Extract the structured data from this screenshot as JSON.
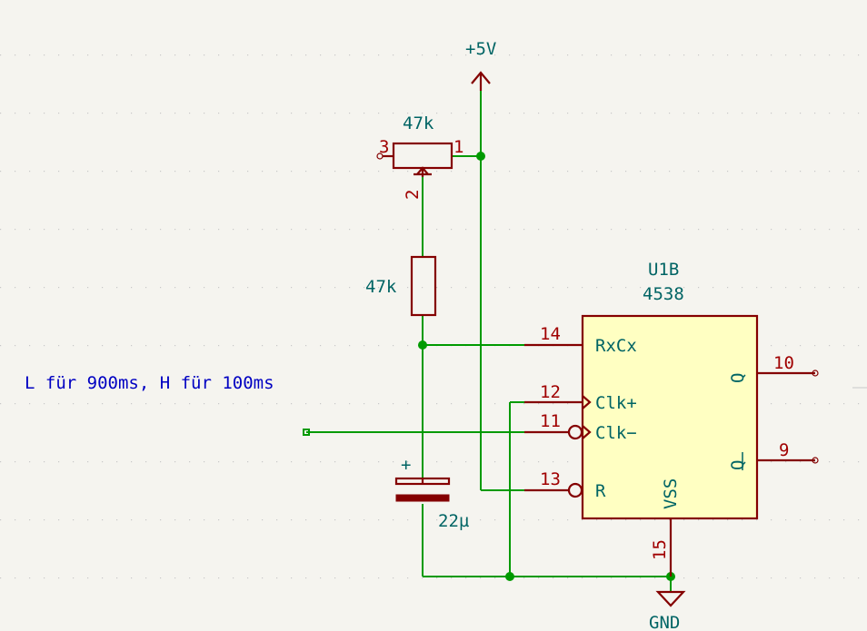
{
  "power": {
    "vcc_label": "+5V",
    "gnd_label": "GND"
  },
  "potentiometer": {
    "value": "47k",
    "pin_left": "3",
    "pin_right": "1",
    "pin_wiper": "2"
  },
  "resistor": {
    "value": "47k"
  },
  "capacitor": {
    "value": "22µ",
    "polarity": "+"
  },
  "ic": {
    "reference": "U1B",
    "part": "4538",
    "pins": {
      "rxcx": {
        "num": "14",
        "name": "RxCx"
      },
      "clk_plus": {
        "num": "12",
        "name": "Clk+"
      },
      "clk_minus": {
        "num": "11",
        "name": "Clk−"
      },
      "reset": {
        "num": "13",
        "name": "R"
      },
      "q": {
        "num": "10",
        "name": "Q"
      },
      "q_bar": {
        "num": "9",
        "name": "Q"
      },
      "vss": {
        "num": "15",
        "name": "VSS"
      }
    }
  },
  "note": "L für 900ms, H für 100ms",
  "colors": {
    "wire": "#009a00",
    "part": "#840000",
    "body": "#ffffc2",
    "label": "#006464",
    "pin_number": "#a00000",
    "note": "#0000c2"
  }
}
